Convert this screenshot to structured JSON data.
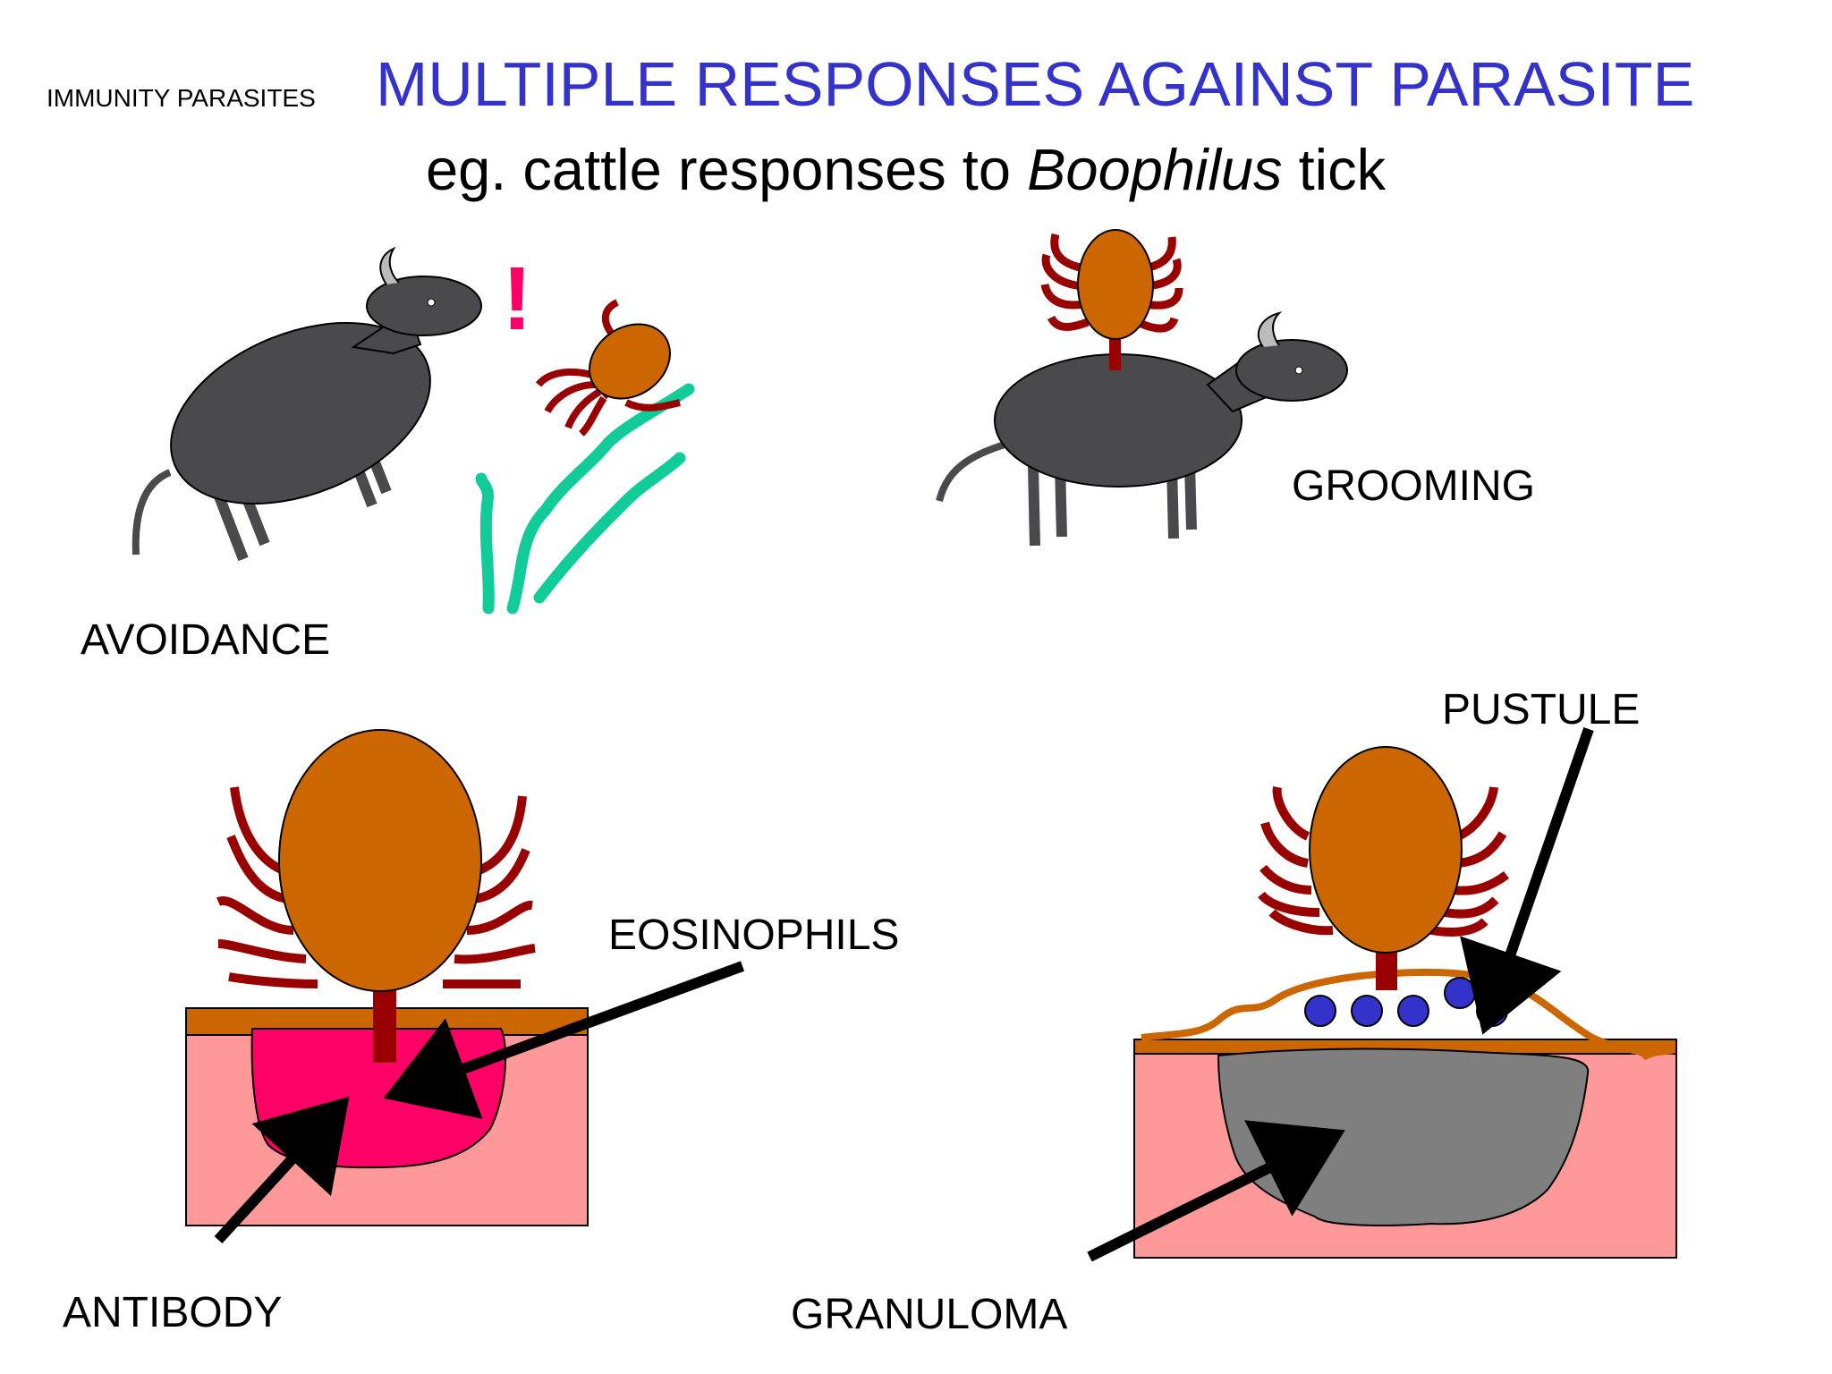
{
  "slide": {
    "topic": "IMMUNITY PARASITES",
    "title": "MULTIPLE RESPONSES AGAINST  PARASITE",
    "subtitle_prefix": "eg. cattle responses to ",
    "subtitle_italic": "Boophilus",
    "subtitle_suffix": " tick"
  },
  "panels": {
    "avoidance": {
      "label": "AVOIDANCE",
      "exclamation": "!"
    },
    "grooming": {
      "label": "GROOMING"
    },
    "antibody": {
      "eosinophils_label": "EOSINOPHILS",
      "antibody_label": "ANTIBODY"
    },
    "granuloma": {
      "pustule_label": "PUSTULE",
      "granuloma_label": "GRANULOMA"
    }
  },
  "colors": {
    "title_blue": "#3333cc",
    "cow_gray": "#4a4a4c",
    "tick_orange": "#cc6600",
    "tick_legs": "#990000",
    "grass_green": "#11cc99",
    "skin_pink": "#ff9999",
    "skin_surface": "#cc6600",
    "antibody_magenta": "#ff0066",
    "granuloma_gray": "#7f7f7f",
    "pustule_blue": "#3333cc",
    "exclamation_red": "#ff0066"
  }
}
